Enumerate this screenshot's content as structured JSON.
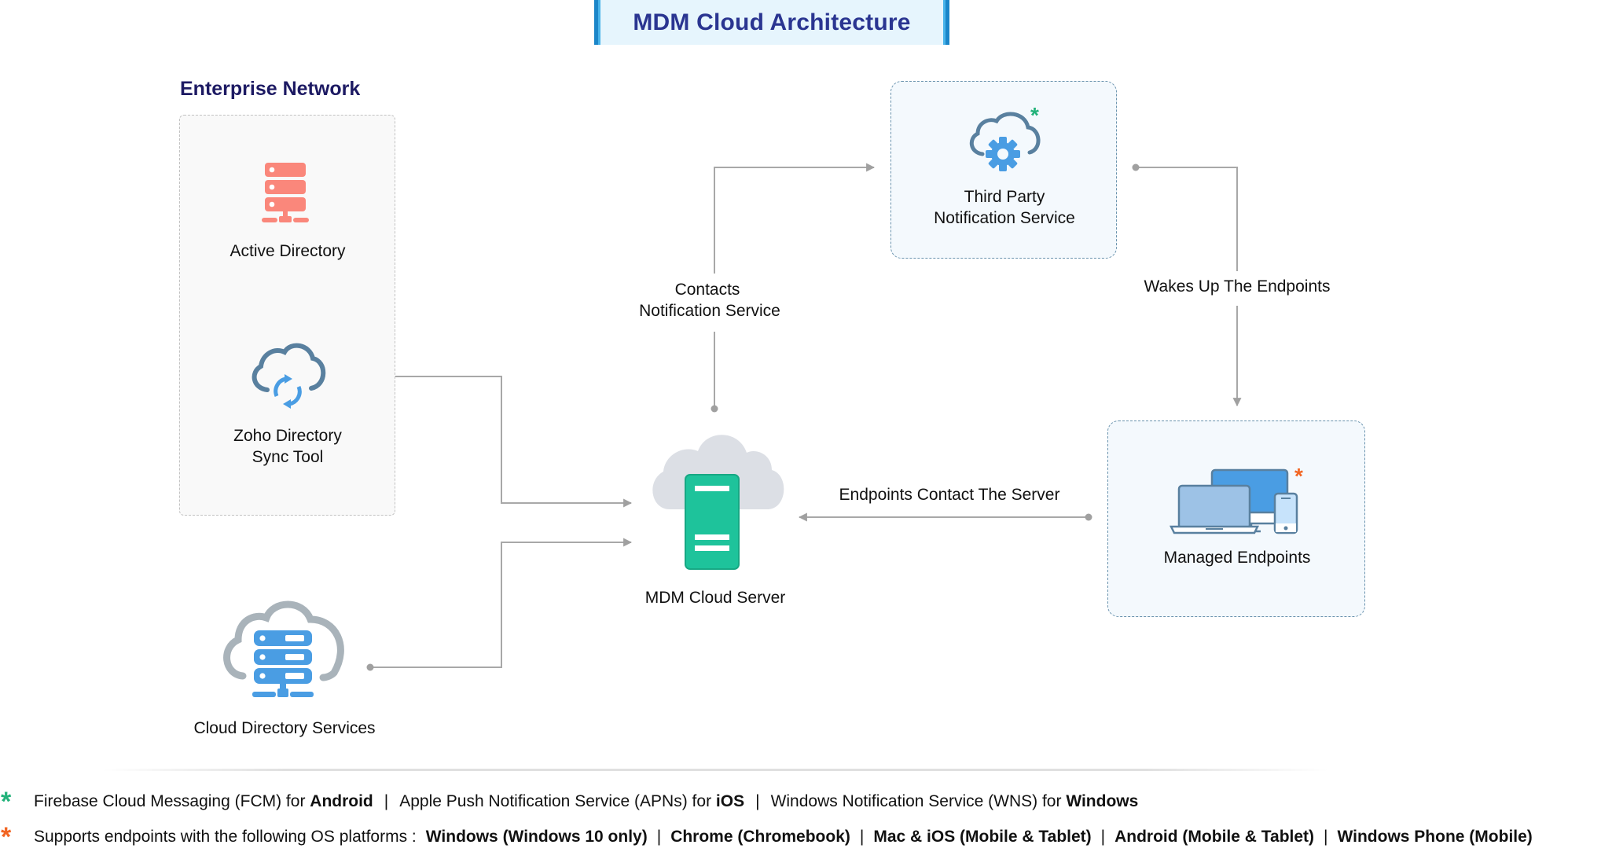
{
  "title": "MDM Cloud Architecture",
  "enterprise_network": {
    "label": "Enterprise Network",
    "nodes": [
      {
        "name": "Active Directory",
        "icon": "server-rack-icon"
      },
      {
        "line1": "Zoho Directory",
        "line2": "Sync Tool",
        "icon": "cloud-sync-icon"
      }
    ]
  },
  "nodes": {
    "cloud_directory": {
      "label": "Cloud Directory Services",
      "icon": "cloud-server-icon"
    },
    "mdm_server": {
      "label": "MDM Cloud Server",
      "icon": "cloud-server-green-icon"
    },
    "third_party": {
      "line1": "Third Party",
      "line2": "Notification Service",
      "icon": "cloud-gear-icon",
      "marker": "*"
    },
    "managed_endpoints": {
      "label": "Managed Endpoints",
      "icon": "devices-icon",
      "marker": "*"
    }
  },
  "edges": {
    "contacts": {
      "line1": "Contacts",
      "line2": "Notification Service"
    },
    "wakes": {
      "label": "Wakes Up The Endpoints"
    },
    "endpoints_contact": {
      "label": "Endpoints Contact The Server"
    }
  },
  "colors": {
    "title_text": "#2a3591",
    "title_bg": "#e6f5fd",
    "title_border": "#1b86c9",
    "section_label": "#1d1a63",
    "connector": "#a8a8a8",
    "server_green": "#1ec39b",
    "server_salmon": "#fa877b",
    "icon_blue": "#4a9de3",
    "icon_slate": "#59809f",
    "star_green": "#22b27a",
    "star_orange": "#f26522"
  },
  "footer": {
    "notes": [
      {
        "marker": "*",
        "parts": [
          {
            "text": "Firebase Cloud Messaging (FCM) for ",
            "bold": "Android"
          },
          {
            "text": "Apple Push Notification Service (APNs) for ",
            "bold": "iOS"
          },
          {
            "text": "Windows Notification Service (WNS) for ",
            "bold": "Windows"
          }
        ]
      },
      {
        "marker": "*",
        "prefix": "Supports endpoints with the following OS platforms :",
        "platforms": [
          "Windows (Windows 10 only)",
          "Chrome (Chromebook)",
          "Mac & iOS (Mobile & Tablet)",
          "Android (Mobile & Tablet)",
          "Windows Phone (Mobile)"
        ]
      }
    ],
    "separator": "|"
  }
}
